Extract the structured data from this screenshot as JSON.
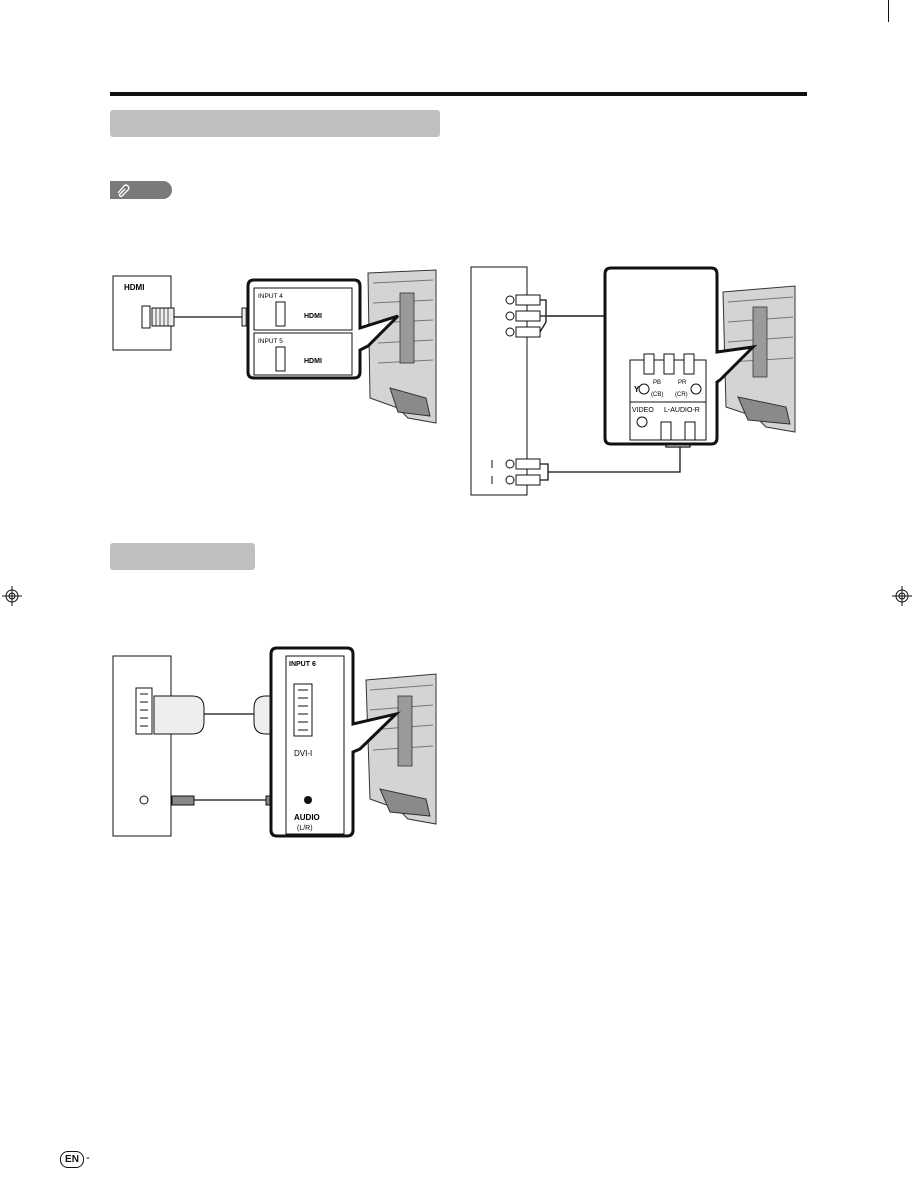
{
  "header": {},
  "section_hdmi": {},
  "section_dvi": {},
  "diagram_hdmi": {
    "device_label": "HDMI",
    "panel_input4_label": "INPUT 4",
    "panel_input5_label": "INPUT 5",
    "port_label": "HDMI",
    "port_label_2": "HDMI"
  },
  "diagram_component": {
    "pr_label": "PR",
    "pb_label": "PB",
    "cr_label": "(CR)",
    "cb_label": "(CB)",
    "y_label": "Y",
    "video_label": "VIDEO",
    "audio_lr_label": "L-AUDIO-R"
  },
  "diagram_dvi": {
    "panel_input6_label": "INPUT 6",
    "dvi_label": "DVI-I",
    "audio_label": "AUDIO",
    "audio_sub_label": "(L/R)"
  },
  "footer": {
    "lang_badge": "EN",
    "page_dash": "-"
  }
}
